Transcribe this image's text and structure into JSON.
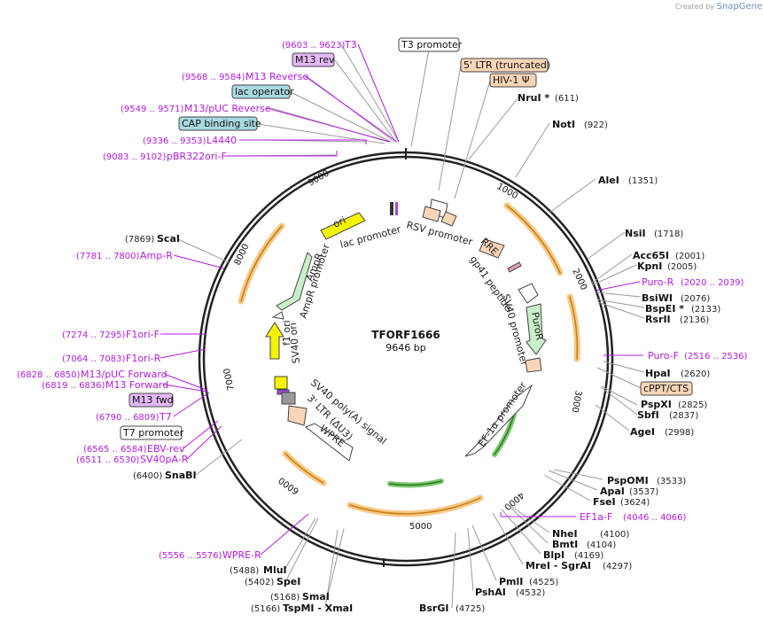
{
  "credit": {
    "prefix": "Created by",
    "brand": "SnapGene"
  },
  "plasmid": {
    "name": "TFORF1666",
    "size": "9646 bp"
  },
  "ticks": [
    "1000",
    "2000",
    "3000",
    "4000",
    "5000",
    "6000",
    "7000",
    "8000",
    "9000"
  ],
  "enzymes": [
    {
      "name": "NruI *",
      "pos": "(611)"
    },
    {
      "name": "NotI",
      "pos": "(922)"
    },
    {
      "name": "AleI",
      "pos": "(1351)"
    },
    {
      "name": "NsiI",
      "pos": "(1718)"
    },
    {
      "name": "Acc65I",
      "pos": "(2001)"
    },
    {
      "name": "KpnI",
      "pos": "(2005)"
    },
    {
      "name": "BsiWI",
      "pos": "(2076)"
    },
    {
      "name": "BspEI *",
      "pos": "(2133)"
    },
    {
      "name": "RsrII",
      "pos": "(2136)"
    },
    {
      "name": "HpaI",
      "pos": "(2620)"
    },
    {
      "name": "PspXI",
      "pos": "(2825)"
    },
    {
      "name": "SbfI",
      "pos": "(2837)"
    },
    {
      "name": "AgeI",
      "pos": "(2998)"
    },
    {
      "name": "PspOMI",
      "pos": "(3533)"
    },
    {
      "name": "ApaI",
      "pos": "(3537)"
    },
    {
      "name": "FseI",
      "pos": "(3624)"
    },
    {
      "name": "NheI",
      "pos": "(4100)"
    },
    {
      "name": "BmtI",
      "pos": "(4104)"
    },
    {
      "name": "BlpI",
      "pos": "(4169)"
    },
    {
      "name": "MreI - SgrAI",
      "pos": "(4297)"
    },
    {
      "name": "PmlI",
      "pos": "(4525)"
    },
    {
      "name": "PshAI",
      "pos": "(4532)"
    },
    {
      "name": "BsrGI",
      "pos": "(4725)"
    },
    {
      "name": "SmaI",
      "pos": "(5168)"
    },
    {
      "name": "TspMI - XmaI",
      "pos": "(5166)"
    },
    {
      "name": "SpeI",
      "pos": "(5402)"
    },
    {
      "name": "MluI",
      "pos": "(5488)"
    },
    {
      "name": "SnaBI",
      "pos": "(6400)"
    },
    {
      "name": "ScaI",
      "pos": "(7869)"
    }
  ],
  "primers": [
    {
      "name": "T3",
      "pos": "(9603 .. 9623)"
    },
    {
      "name": "M13 Reverse",
      "pos": "(9568 .. 9584)"
    },
    {
      "name": "M13/pUC Reverse",
      "pos": "(9549 .. 9571)"
    },
    {
      "name": "L4440",
      "pos": "(9336 .. 9353)"
    },
    {
      "name": "pBR322ori-F",
      "pos": "(9083 .. 9102)"
    },
    {
      "name": "Amp-R",
      "pos": "(7781 .. 7800)"
    },
    {
      "name": "F1ori-F",
      "pos": "(7274 .. 7295)"
    },
    {
      "name": "F1ori-R",
      "pos": "(7064 .. 7083)"
    },
    {
      "name": "M13/pUC Forward",
      "pos": "(6828 .. 6850)"
    },
    {
      "name": "M13 Forward",
      "pos": "(6819 .. 6836)"
    },
    {
      "name": "T7",
      "pos": "(6790 .. 6809)"
    },
    {
      "name": "EBV-rev",
      "pos": "(6565 .. 6584)"
    },
    {
      "name": "SV40pA-R",
      "pos": "(6511 .. 6530)"
    },
    {
      "name": "WPRE-R",
      "pos": "(5556 .. 5576)"
    },
    {
      "name": "Puro-R",
      "pos": "(2020 .. 2039)"
    },
    {
      "name": "Puro-F",
      "pos": "(2516 .. 2536)"
    },
    {
      "name": "EF1a-F",
      "pos": "(4046 .. 4066)"
    }
  ],
  "boxed": {
    "m13rev": "M13 rev",
    "lacop": "lac operator",
    "cap": "CAP binding site",
    "t3prom": "T3 promoter",
    "ltr5": "5' LTR (truncated)",
    "hiv": "HIV-1 Ψ",
    "cppt": "cPPT/CTS",
    "m13fwd": "M13 fwd",
    "t7prom": "T7 promoter"
  },
  "features": {
    "ori": "ori",
    "lacprom": "lac promoter",
    "rsvprom": "RSV promoter",
    "rre": "RRE",
    "gp41": "gp41 peptide",
    "sv40prom": "SV40 promoter",
    "puror": "PuroR",
    "ef1a": "EF-1α promoter",
    "ampr": "AmpR",
    "ampprom": "AmpR promoter",
    "f1ori": "f1 ori",
    "sv40ori": "SV40 ori",
    "sv40pa": "SV40 poly(A) signal",
    "ltr3": "3' LTR (ΔU3)",
    "wpre": "WPRE"
  },
  "colors": {
    "primer": "#b21be0",
    "orf": "#f0c080",
    "ori": "#f4f400",
    "promoter": "#ffffff",
    "marker": "#c8f0c8",
    "lac": "#a9d9e0"
  }
}
